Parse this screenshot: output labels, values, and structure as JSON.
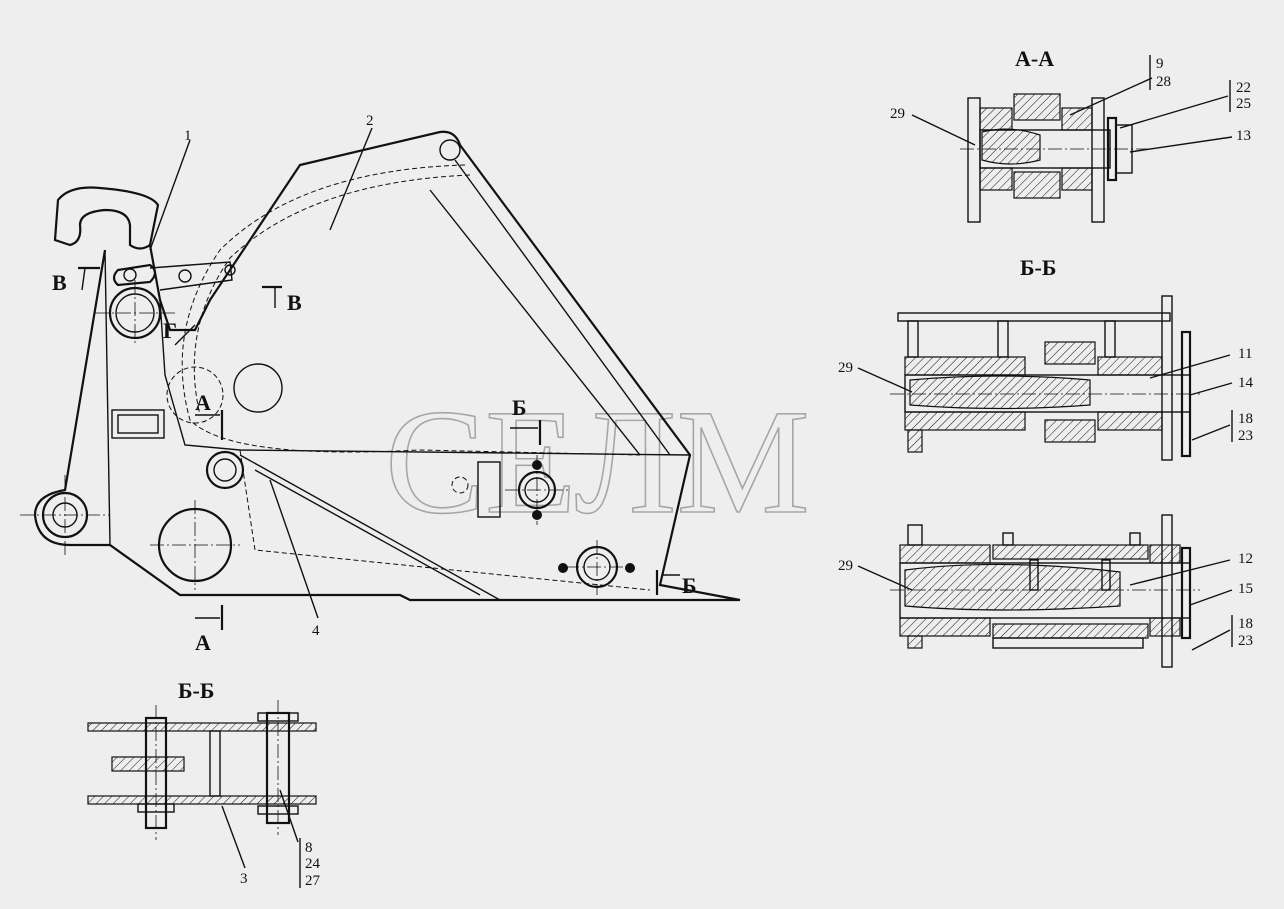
{
  "watermark": "СЕЛМ",
  "main_view": {
    "labels": {
      "l1": "1",
      "l2": "2",
      "l4": "4"
    },
    "section_marks": {
      "v1": "В",
      "v2": "В",
      "g": "Г",
      "a1": "А",
      "a2": "А",
      "b1": "Б",
      "b2": "Б"
    }
  },
  "section_aa": {
    "title": "А-А",
    "l29": "29",
    "l9": "9",
    "l28": "28",
    "l22": "22",
    "l25": "25",
    "l13": "13"
  },
  "section_bb1": {
    "title": "Б-Б",
    "l29": "29",
    "l11": "11",
    "l14": "14",
    "l18": "18",
    "l23": "23"
  },
  "section_bb2": {
    "l29": "29",
    "l12": "12",
    "l15": "15",
    "l18": "18",
    "l23": "23"
  },
  "section_bb3": {
    "title": "Б-Б",
    "l3": "3",
    "l8": "8",
    "l24": "24",
    "l27": "27"
  }
}
